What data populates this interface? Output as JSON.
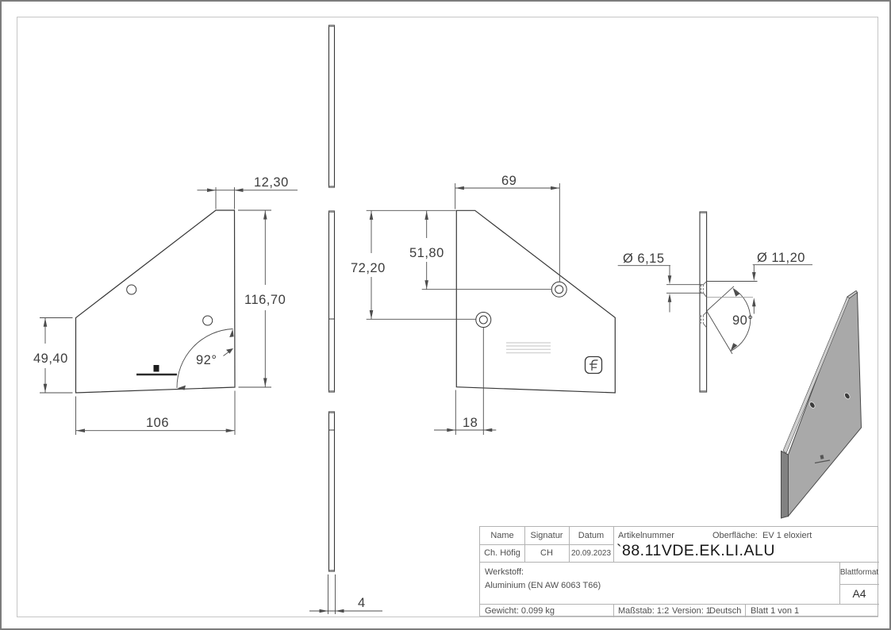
{
  "views": {
    "front_left": {
      "dim_top_offset": "12,30",
      "dim_right_height": "116,70",
      "dim_left_height": "49,40",
      "dim_bottom_width": "106",
      "dim_corner_angle": "92°"
    },
    "front_right": {
      "dim_top_width": "69",
      "dim_hole_upper": "51,80",
      "dim_hole_left": "72,20",
      "dim_hole_offset": "18"
    },
    "side_detail": {
      "dim_dia_small": "Ø 6,15",
      "dim_dia_large": "Ø 11,20",
      "dim_countersink_angle": "90°"
    },
    "edge_strip": {
      "dim_thickness": "4"
    }
  },
  "title_block": {
    "col_name": "Name",
    "col_signatur": "Signatur",
    "col_datum": "Datum",
    "val_name": "Ch. Höfig",
    "val_signatur": "CH",
    "val_datum": "20.09.2023",
    "artikelnummer_label": "Artikelnummer",
    "oberflaeche": "Oberfläche:  EV 1 eloxiert",
    "artikelnummer": "`88.11VDE.EK.LI.ALU",
    "werkstoff_label": "Werkstoff:",
    "werkstoff_value": "Aluminium (EN AW 6063 T66)",
    "blattformat_label": "Blattformat",
    "blattformat_value": "A4",
    "gewicht": "Gewicht: 0.099 kg",
    "massstab": "Maßstab: 1:2",
    "version": "Version: 1",
    "sprache": "Deutsch",
    "blatt": "Blatt 1 von 1"
  },
  "colors": {
    "outline": "#383838",
    "dimension": "#4d4d4d",
    "part_fill_3d": "#a9a9a9",
    "part_side_3d": "#818181",
    "frame": "#c6c6c6",
    "titleblock_lines": "#b3b3b3"
  }
}
